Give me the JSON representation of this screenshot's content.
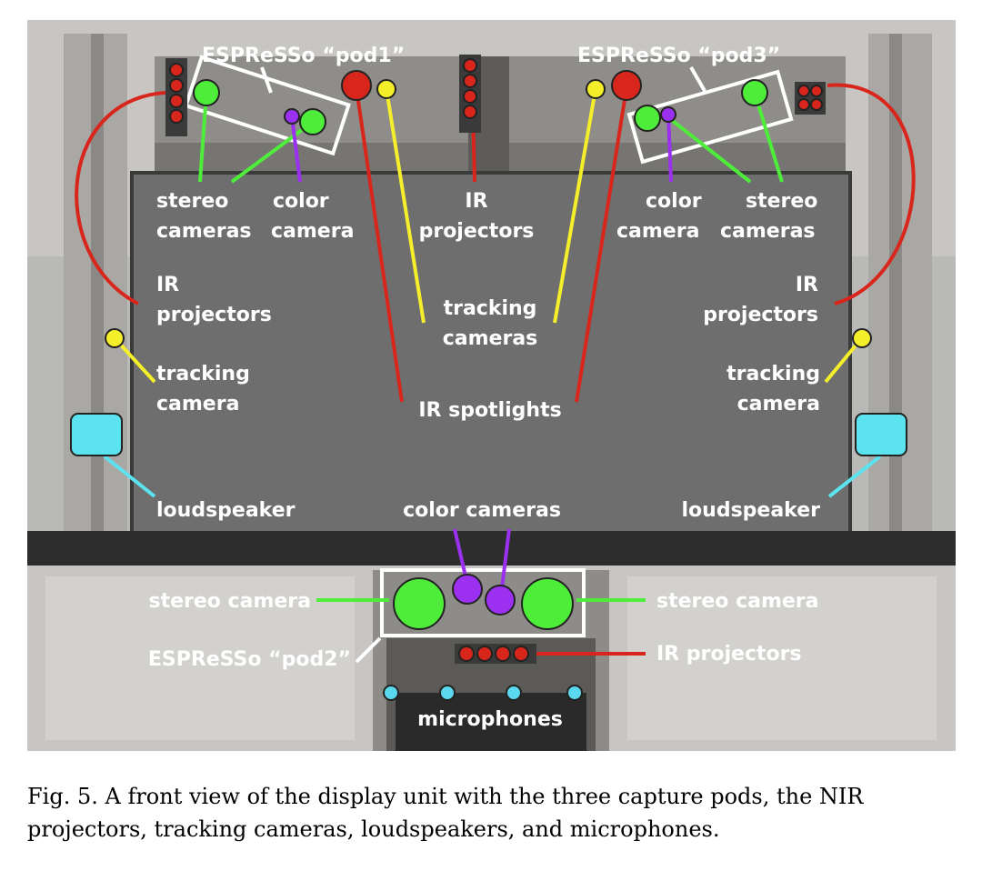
{
  "labels": {
    "pod1": "ESPReSSo “pod1”",
    "pod3": "ESPReSSo “pod3”",
    "pod2": "ESPReSSo “pod2”",
    "stereo_left_1": "stereo",
    "stereo_left_2": "cameras",
    "color_left_1": "color",
    "color_left_2": "camera",
    "ir_proj_top_1": "IR",
    "ir_proj_top_2": "projectors",
    "color_right_1": "color",
    "color_right_2": "camera",
    "stereo_right_1": "stereo",
    "stereo_right_2": "cameras",
    "ir_proj_left_1": "IR",
    "ir_proj_left_2": "projectors",
    "ir_proj_right_1": "IR",
    "ir_proj_right_2": "projectors",
    "tracking_center_1": "tracking",
    "tracking_center_2": "cameras",
    "tracking_left_1": "tracking",
    "tracking_left_2": "camera",
    "tracking_right_1": "tracking",
    "tracking_right_2": "camera",
    "ir_spotlights": "IR spotlights",
    "loudspeaker_left": "loudspeaker",
    "loudspeaker_right": "loudspeaker",
    "color_cameras": "color cameras",
    "stereo_camera_left": "stereo camera",
    "stereo_camera_right": "stereo camera",
    "ir_projectors_bottom": "IR projectors",
    "microphones": "microphones"
  },
  "caption": "Fig. 5.  A front view of the display unit with the three capture pods, the NIR projectors, tracking cameras, loudspeakers, and microphones.",
  "colors": {
    "stereo": "#4ded3a",
    "color_cam": "#9b30f0",
    "ir": "#d9261c",
    "tracking": "#f5ee2a",
    "speaker": "#5ce3f0",
    "mic": "#5ad8ee",
    "screen": "#6e6e6e"
  }
}
